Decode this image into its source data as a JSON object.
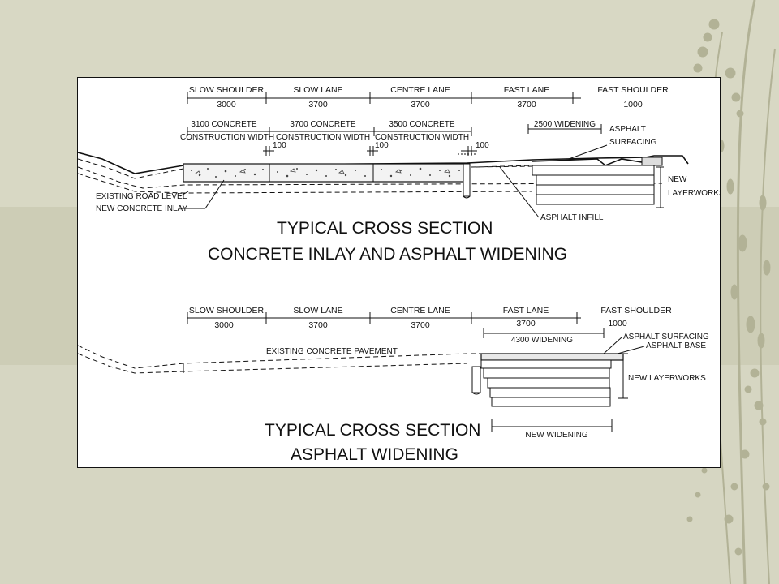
{
  "slide": {
    "background_color": "#d8d8c4",
    "accent_band_color": "#c6c6ae",
    "foliage_color": "#b2b296"
  },
  "diagram1": {
    "lanes": [
      {
        "name": "SLOW SHOULDER",
        "width": "3000"
      },
      {
        "name": "SLOW LANE",
        "width": "3700"
      },
      {
        "name": "CENTRE LANE",
        "width": "3700"
      },
      {
        "name": "FAST LANE",
        "width": "3700"
      },
      {
        "name": "FAST SHOULDER",
        "width": "1000"
      }
    ],
    "construction": [
      {
        "line1": "3100 CONCRETE",
        "line2": "CONSTRUCTION WIDTH"
      },
      {
        "line1": "3700 CONCRETE",
        "line2": "CONSTRUCTION WIDTH"
      },
      {
        "line1": "3500 CONCRETE",
        "line2": "CONSTRUCTION WIDTH"
      }
    ],
    "joint_gap": "100",
    "widening": "2500 WIDENING",
    "asphalt_surfacing_1": "ASPHALT",
    "asphalt_surfacing_2": "SURFACING",
    "new_layerworks_1": "NEW",
    "new_layerworks_2": "LAYERWORKS",
    "existing_road_level": "EXISTING ROAD LEVEL",
    "new_concrete_inlay": "NEW CONCRETE INLAY",
    "asphalt_infill": "ASPHALT INFILL",
    "title_line1": "TYPICAL CROSS SECTION",
    "title_line2": "CONCRETE INLAY AND ASPHALT WIDENING"
  },
  "diagram2": {
    "lanes": [
      {
        "name": "SLOW SHOULDER",
        "width": "3000"
      },
      {
        "name": "SLOW LANE",
        "width": "3700"
      },
      {
        "name": "CENTRE LANE",
        "width": "3700"
      },
      {
        "name": "FAST LANE",
        "width": "3700"
      },
      {
        "name": "FAST SHOULDER",
        "width": "1000"
      }
    ],
    "widening": "4300 WIDENING",
    "existing_pavement": "EXISTING CONCRETE PAVEMENT",
    "asphalt_surfacing": "ASPHALT SURFACING",
    "asphalt_base": "ASPHALT BASE",
    "new_layerworks": "NEW LAYERWORKS",
    "new_widening": "NEW WIDENING",
    "title_line1": "TYPICAL CROSS SECTION",
    "title_line2": "ASPHALT WIDENING"
  }
}
